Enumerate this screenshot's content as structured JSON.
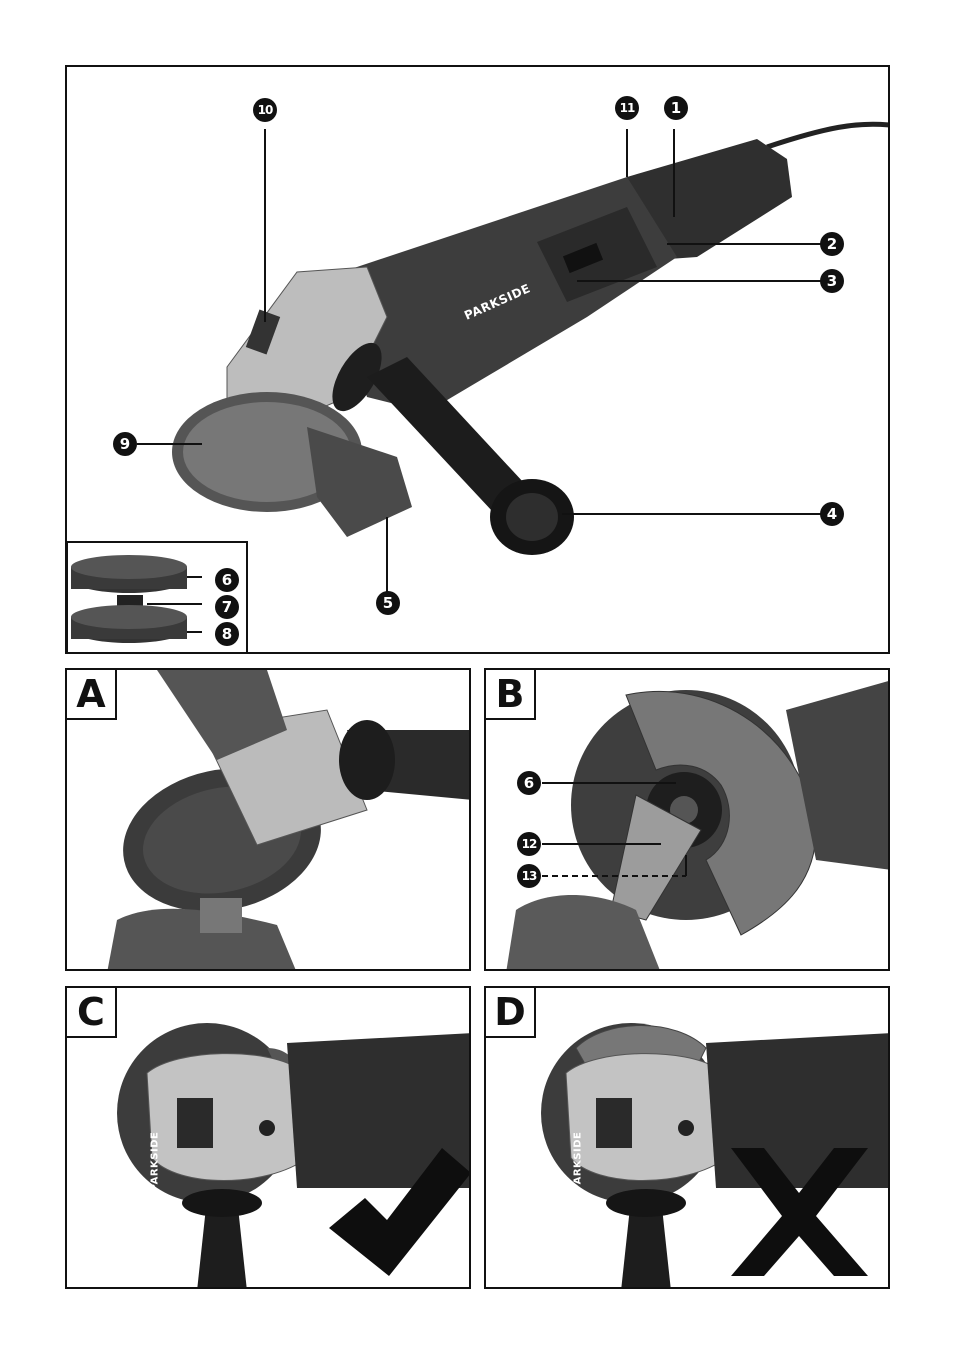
{
  "main_figure": {
    "callouts": {
      "c1": "1",
      "c2": "2",
      "c3": "3",
      "c4": "4",
      "c5": "5",
      "c6": "6",
      "c7": "7",
      "c8": "8",
      "c9": "9",
      "c10": "10",
      "c11": "11"
    },
    "brand_label": "PARKSIDE"
  },
  "panel_a": {
    "letter": "A"
  },
  "panel_b": {
    "letter": "B",
    "callouts": {
      "c6": "6",
      "c12": "12",
      "c13": "13"
    }
  },
  "panel_c": {
    "letter": "C",
    "brand_label": "PARKSIDE"
  },
  "panel_d": {
    "letter": "D",
    "brand_label": "PARKSIDE"
  },
  "colors": {
    "line": "#111111",
    "body_dark": "#3a3a3a",
    "metal": "#b8b8b8"
  }
}
